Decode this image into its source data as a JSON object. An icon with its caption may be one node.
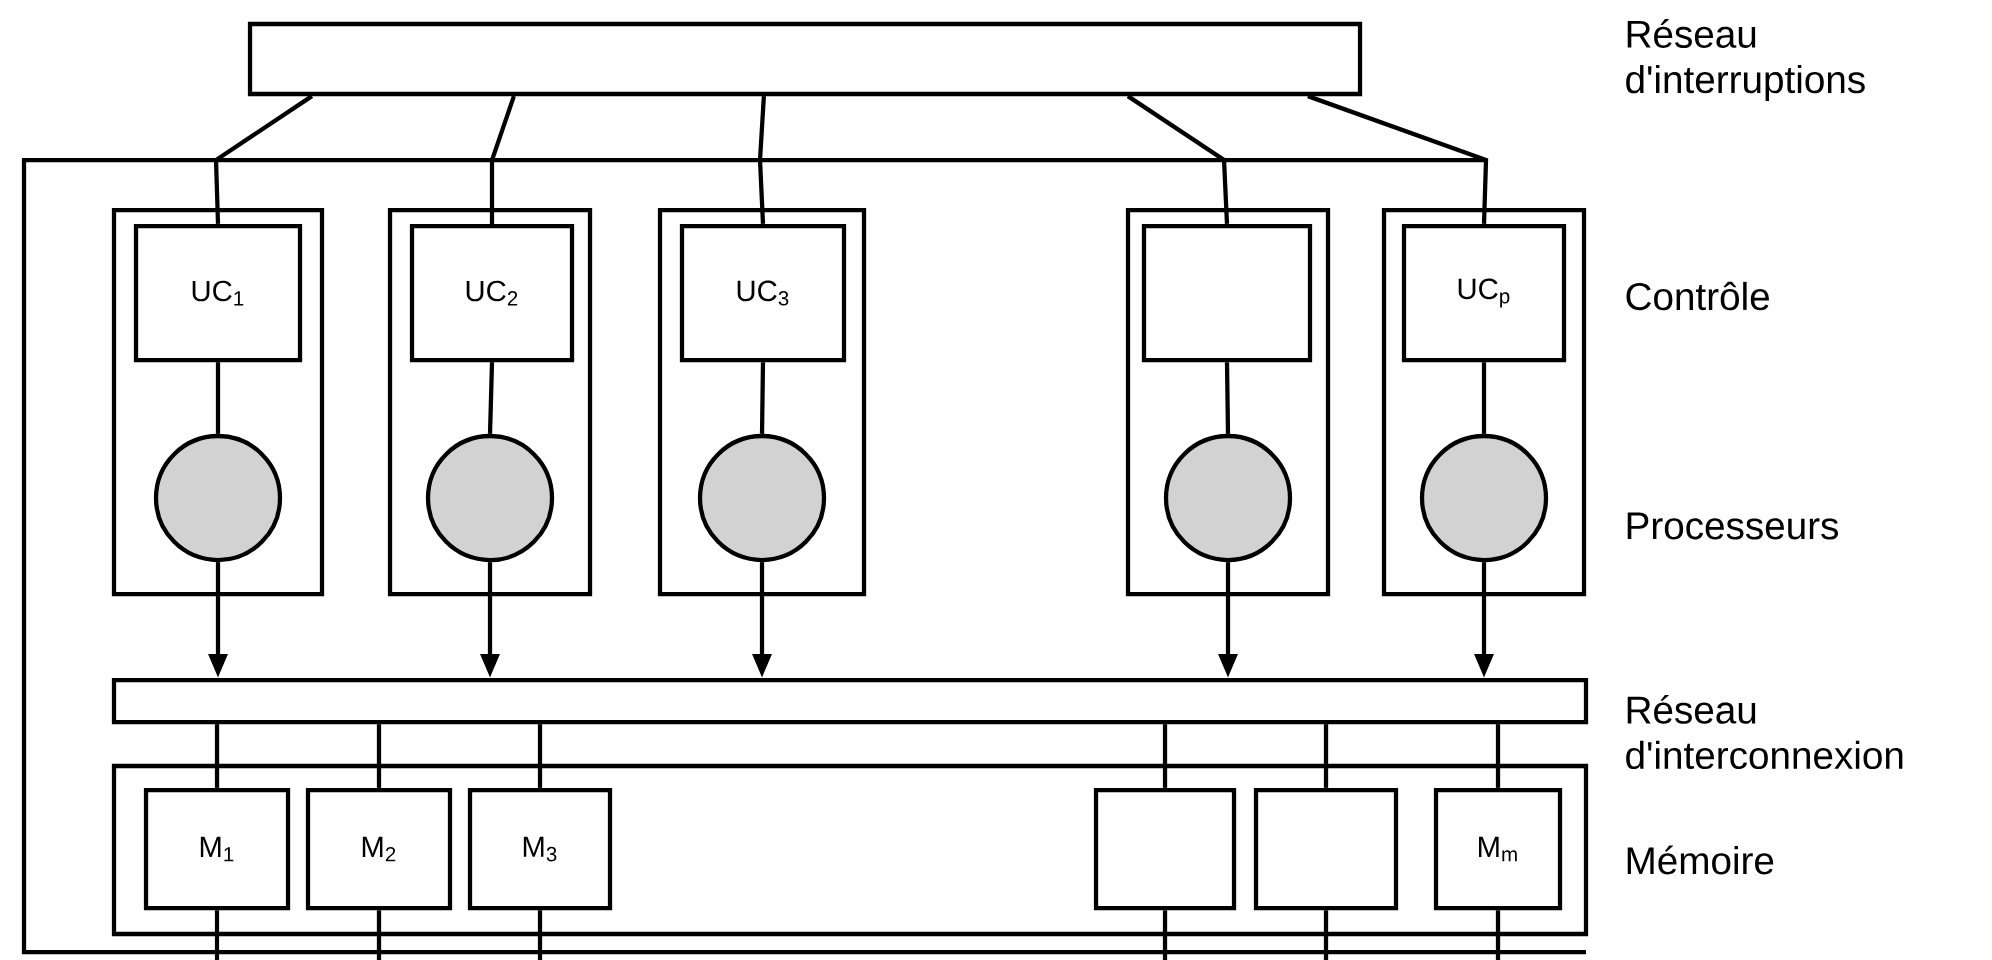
{
  "diagram": {
    "nodes": [
      {
        "text": [],
        "shape": "bar"
      },
      {
        "text": [],
        "shape": "box"
      },
      {
        "text": [
          "UC$_{1}$"
        ],
        "in": 1
      },
      {
        "text": [],
        "shape": "circle",
        "in": 1
      },
      {
        "text": [],
        "shape": "box"
      },
      {
        "text": [
          "UC$_{2}$"
        ],
        "in": 4
      },
      {
        "text": [],
        "shape": "circle",
        "in": 4
      },
      {
        "text": [],
        "shape": "box"
      },
      {
        "text": [
          "UC$_{3}$"
        ],
        "in": 7
      },
      {
        "text": [],
        "shape": "circle",
        "in": 7
      },
      {
        "text": [],
        "shape": "box"
      },
      {
        "text": [],
        "shape": "box",
        "in": 10
      },
      {
        "text": [],
        "shape": "circle",
        "in": 10
      },
      {
        "text": [],
        "shape": "box"
      },
      {
        "text": [
          "UC$_{p}$"
        ],
        "in": 13
      },
      {
        "text": [],
        "shape": "circle",
        "in": 13
      },
      {
        "text": [],
        "shape": "bar"
      },
      {
        "text": [],
        "shape": "box"
      },
      {
        "text": [
          "M$_{1}$"
        ],
        "in": 17
      },
      {
        "text": [
          "M$_{2}$"
        ],
        "in": 17
      },
      {
        "text": [
          "M$_{3}$"
        ],
        "in": 17
      },
      {
        "text": [],
        "shape": "box",
        "in": 17
      },
      {
        "text": [],
        "shape": "box",
        "in": 17
      },
      {
        "text": [
          "M$_{m}$"
        ],
        "in": 17
      }
    ],
    "edges": [
      {
        "from": 0,
        "to": 2,
        "arrow": "none"
      },
      {
        "from": 0,
        "to": 5,
        "arrow": "none"
      },
      {
        "from": 0,
        "to": 8,
        "arrow": "none"
      },
      {
        "from": 0,
        "to": 11,
        "arrow": "none"
      },
      {
        "from": 0,
        "to": 14,
        "arrow": "none"
      },
      {
        "from": 2,
        "to": 3,
        "arrow": "none"
      },
      {
        "from": 5,
        "to": 6,
        "arrow": "none"
      },
      {
        "from": 8,
        "to": 9,
        "arrow": "none"
      },
      {
        "from": 11,
        "to": 12,
        "arrow": "none"
      },
      {
        "from": 14,
        "to": 15,
        "arrow": "none"
      },
      {
        "from": 3,
        "to": 16,
        "arrow": "to"
      },
      {
        "from": 6,
        "to": 16,
        "arrow": "to"
      },
      {
        "from": 9,
        "to": 16,
        "arrow": "to"
      },
      {
        "from": 12,
        "to": 16,
        "arrow": "to"
      },
      {
        "from": 15,
        "to": 16,
        "arrow": "to"
      },
      {
        "from": 16,
        "to": 18,
        "arrow": "none"
      },
      {
        "from": 16,
        "to": 19,
        "arrow": "none"
      },
      {
        "from": 16,
        "to": 20,
        "arrow": "none"
      },
      {
        "from": 16,
        "to": 21,
        "arrow": "none"
      },
      {
        "from": 16,
        "to": 22,
        "arrow": "none"
      },
      {
        "from": 16,
        "to": 23,
        "arrow": "none"
      },
      {
        "from": 18,
        "to": null,
        "arrow": "none"
      },
      {
        "from": 19,
        "to": null,
        "arrow": "none"
      },
      {
        "from": 20,
        "to": null,
        "arrow": "none"
      },
      {
        "from": 21,
        "to": null,
        "arrow": "none"
      },
      {
        "from": 22,
        "to": null,
        "arrow": "none"
      },
      {
        "from": 23,
        "to": null,
        "arrow": "none"
      }
    ],
    "labels": [
      "Réseau d'interruptions",
      "Contrôle",
      "Processeurs",
      "Réseau d'interconnexion",
      "Mémoire"
    ]
  }
}
